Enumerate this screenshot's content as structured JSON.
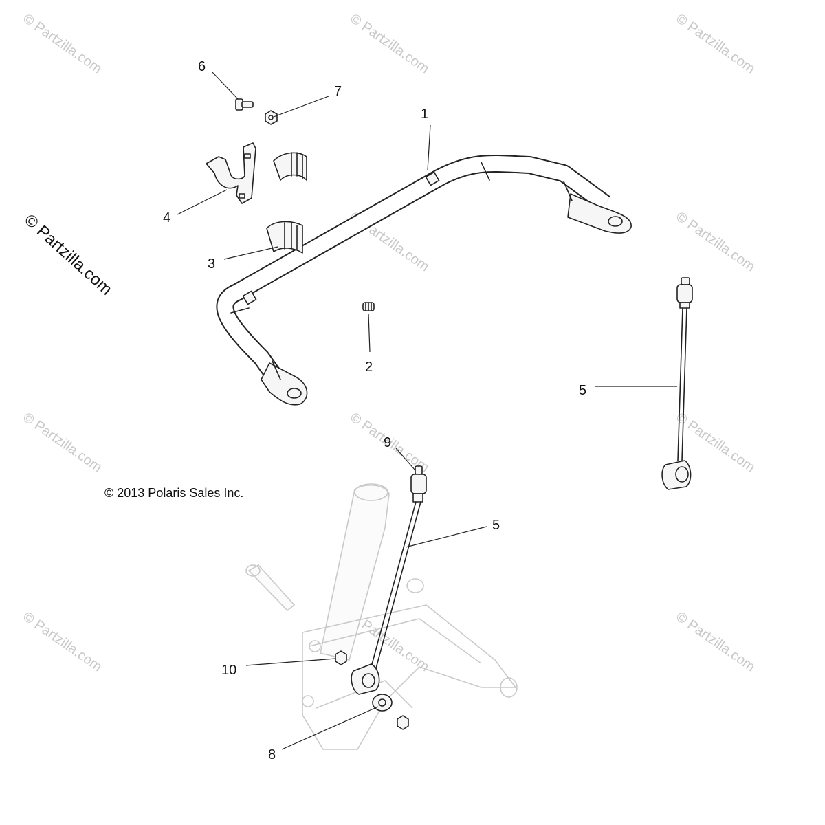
{
  "watermark": {
    "text": "© Partzilla.com"
  },
  "side_watermark": "© Partzilla.com",
  "copyright": "© 2013 Polaris Sales Inc.",
  "callouts": {
    "c1": "1",
    "c2": "2",
    "c3": "3",
    "c4": "4",
    "c5a": "5",
    "c5b": "5",
    "c6": "6",
    "c7": "7",
    "c8": "8",
    "c9": "9",
    "c10": "10"
  }
}
